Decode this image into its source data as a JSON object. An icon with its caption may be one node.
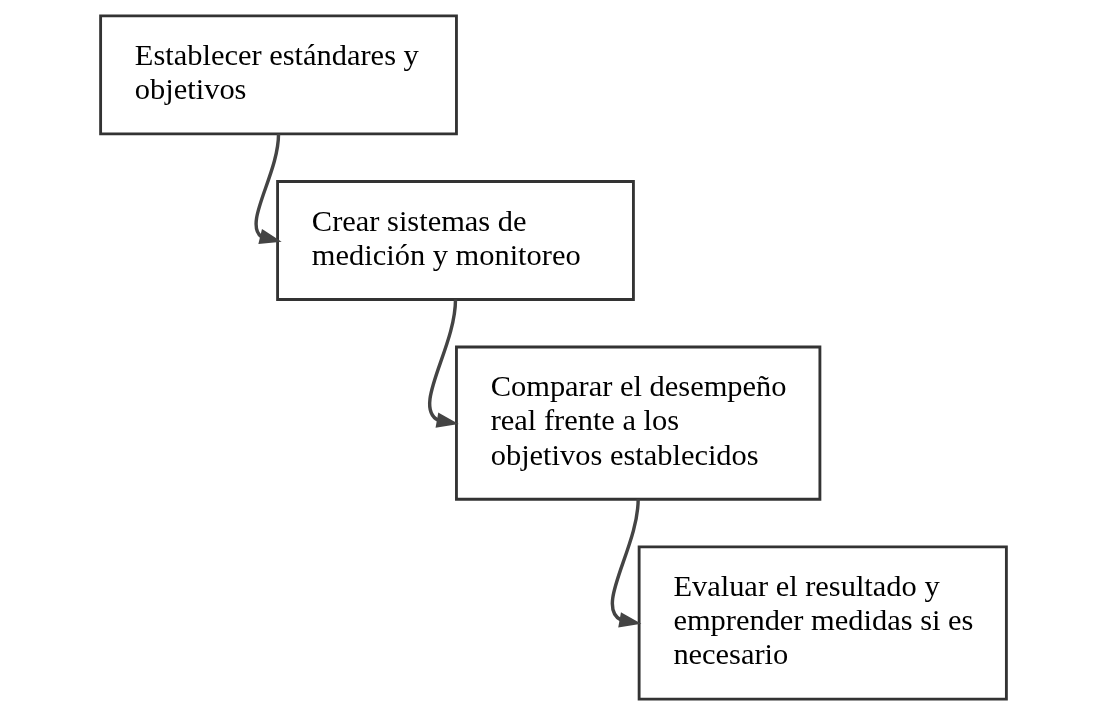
{
  "diagram": {
    "nodes": [
      {
        "text": [
          "Establecer estándares y objetivos"
        ]
      },
      {
        "text": [
          "Crear sistemas de medición y monitoreo"
        ]
      },
      {
        "text": [
          "Comparar el desempeño real frente a los objetivos establecidos"
        ]
      },
      {
        "text": [
          "Evaluar el resultado y emprender medidas si es necesario"
        ]
      }
    ],
    "edges": [
      {
        "from": 0,
        "to": 1,
        "arrow": "to"
      },
      {
        "from": 1,
        "to": 2,
        "arrow": "to"
      },
      {
        "from": 2,
        "to": 3,
        "arrow": "to"
      }
    ]
  }
}
